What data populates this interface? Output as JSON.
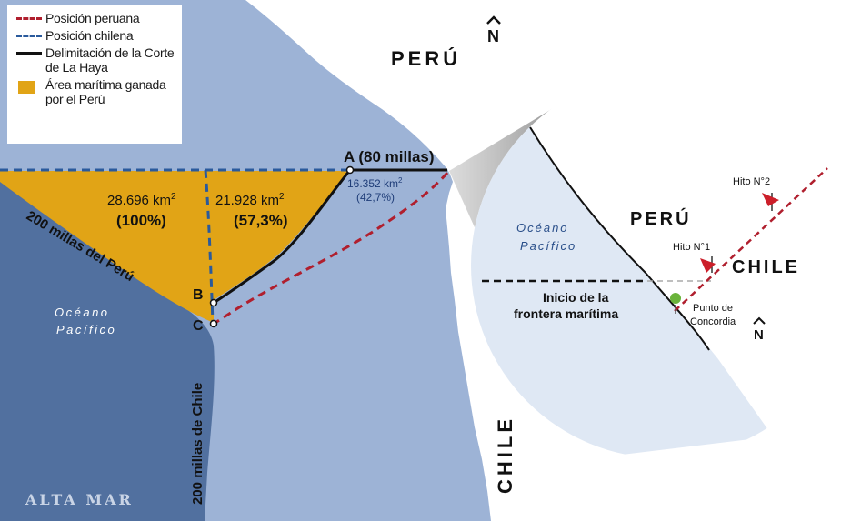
{
  "colors": {
    "ocean_light": "#9db3d6",
    "ocean_dark": "#51709f",
    "land": "#ffffff",
    "gained_area": "#e1a416",
    "peru_line": "#b01f2e",
    "chile_line": "#2a5a9c",
    "court_line": "#111111",
    "inset_sea": "#dfe8f4",
    "flag": "#cc1f2a",
    "pin": "#6ab33a"
  },
  "legend": {
    "peru_position": "Posición peruana",
    "chile_position": "Posición chilena",
    "court_delimitation": "Delimitación de la Corte de La Haya",
    "gained_area": "Área marítima ganada por el Perú"
  },
  "map": {
    "country_peru": "PERÚ",
    "country_chile": "CHILE",
    "north_glyph": "N",
    "point_a": "A (80 millas)",
    "point_b": "B",
    "point_c": "C",
    "area_total_value": "28.696 km",
    "area_total_pct": "(100%)",
    "area_court_value": "21.928 km",
    "area_court_pct": "(57,3%)",
    "area_small_value": "16.352 km",
    "area_small_pct": "(42,7%)",
    "sq_sup": "2",
    "ocean_line1": "Océano",
    "ocean_line2": "Pacífico",
    "peru_200_miles": "200 millas del Perú",
    "chile_200_miles": "200 millas de Chile",
    "high_seas": "ALTA MAR"
  },
  "inset": {
    "ocean_line1": "Océano",
    "ocean_line2": "Pacífico",
    "country_peru": "PERÚ",
    "country_chile": "CHILE",
    "hito_1": "Hito N°1",
    "hito_2": "Hito N°2",
    "border_start_line1": "Inicio de la",
    "border_start_line2": "frontera marítima",
    "concord_line1": "Punto de",
    "concord_line2": "Concordia",
    "north_glyph": "N"
  }
}
